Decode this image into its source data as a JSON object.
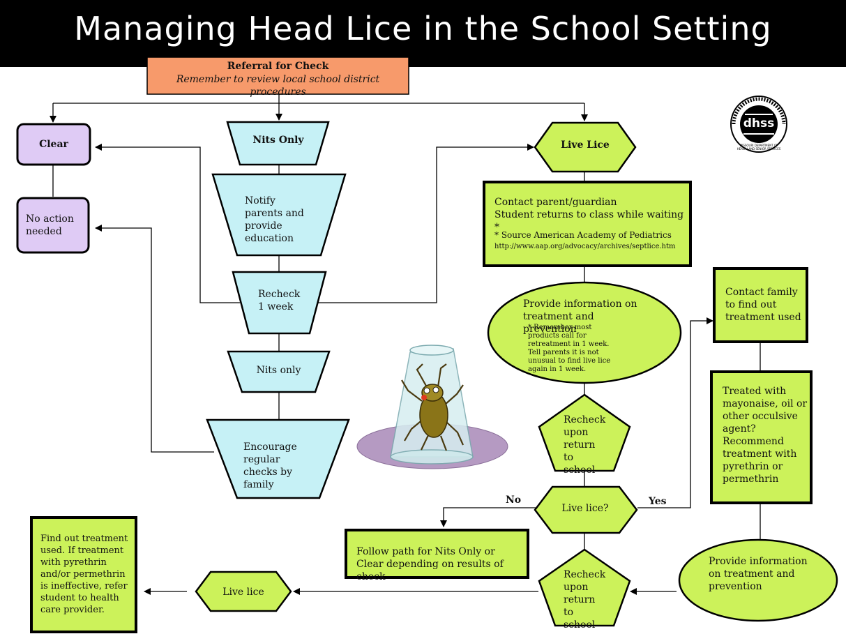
{
  "title": "Managing Head Lice in the School Setting",
  "referral": {
    "title": "Referral for Check",
    "subtitle": "Remember to review local school district procedures"
  },
  "clear": "Clear",
  "no_action": "No action needed",
  "nits_only_top": "Nits Only",
  "notify": "Notify parents and provide education",
  "recheck_week": "Recheck 1 week",
  "nits_only_low": "Nits only",
  "encourage": "Encourage regular checks by family",
  "live_lice_top": "Live Lice",
  "contact_parent": {
    "line1": "Contact parent/guardian",
    "line2": "Student returns to class while waiting *",
    "source": "* Source American Academy of Pediatrics",
    "url": "http://www.aap.org/advocacy/archives/septlice.htm"
  },
  "provide_info": {
    "main": "Provide information on treatment and prevention",
    "note": "* Remember most products call for retreatment in 1 week. Tell parents it is not unusual to find live lice again in 1 week."
  },
  "recheck_return_1": "Recheck upon return to school",
  "live_lice_q": "Live lice?",
  "no": "No",
  "yes": "Yes",
  "follow_path": "Follow path for Nits Only or Clear depending on results of check",
  "recheck_return_2": "Recheck upon return to school",
  "live_lice_bottom": "Live lice",
  "find_out": "Find out treatment used. If treatment with pyrethrin and/or permethrin is ineffective, refer student to health care provider.",
  "contact_family": "Contact family to find out treatment used",
  "treated_with": "Treated with mayonaise, oil or other occulsive agent? Recommend treatment with pyrethrin or permethrin",
  "provide_info_2": "Provide information on treatment and prevention",
  "logo_text": "dhss",
  "logo_ring": "MISSOURI DEPARTMENT OF HEALTH AND SENIOR SERVICES",
  "colors": {
    "green": "#ccf25a",
    "cyan": "#c6f1f6",
    "purple": "#dfcbf5",
    "orange": "#f79a6b"
  }
}
